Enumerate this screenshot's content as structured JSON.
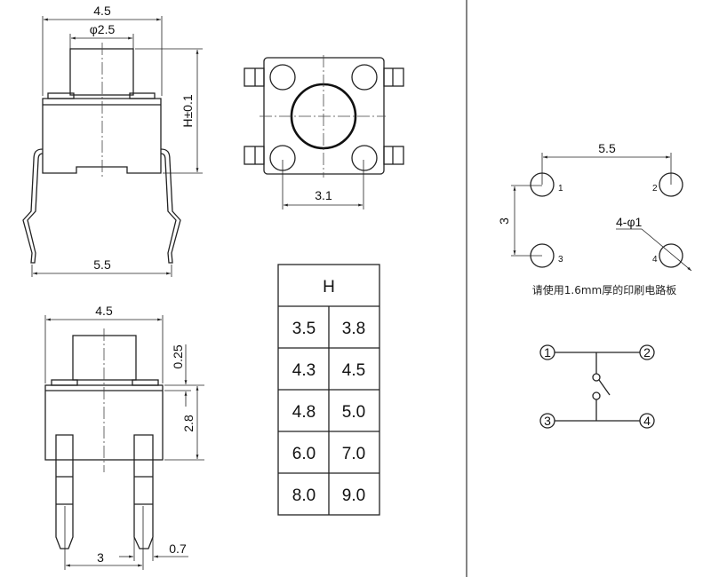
{
  "side_view_top": {
    "width_label": "4.5",
    "plunger_label": "φ2.5",
    "height_label": "H±0.1",
    "lead_span_label": "5.5"
  },
  "side_view_bottom": {
    "width_label": "4.5",
    "offset_label": "0.25",
    "body_height_label": "2.8",
    "pin_pitch_label": "3",
    "pin_width_label": "0.7"
  },
  "top_view": {
    "hole_spacing_label": "3.1"
  },
  "height_table": {
    "header": "H",
    "rows": [
      [
        "3.5",
        "3.8"
      ],
      [
        "4.3",
        "4.5"
      ],
      [
        "4.8",
        "5.0"
      ],
      [
        "6.0",
        "7.0"
      ],
      [
        "8.0",
        "9.0"
      ]
    ]
  },
  "pcb_layout": {
    "horizontal_label": "5.5",
    "vertical_label": "3",
    "hole_label": "4-φ1",
    "pins": [
      "1",
      "2",
      "3",
      "4"
    ],
    "note": "请使用1.6mm厚的印刷电路板"
  },
  "schematic": {
    "terminals": [
      "1",
      "2",
      "3",
      "4"
    ]
  }
}
